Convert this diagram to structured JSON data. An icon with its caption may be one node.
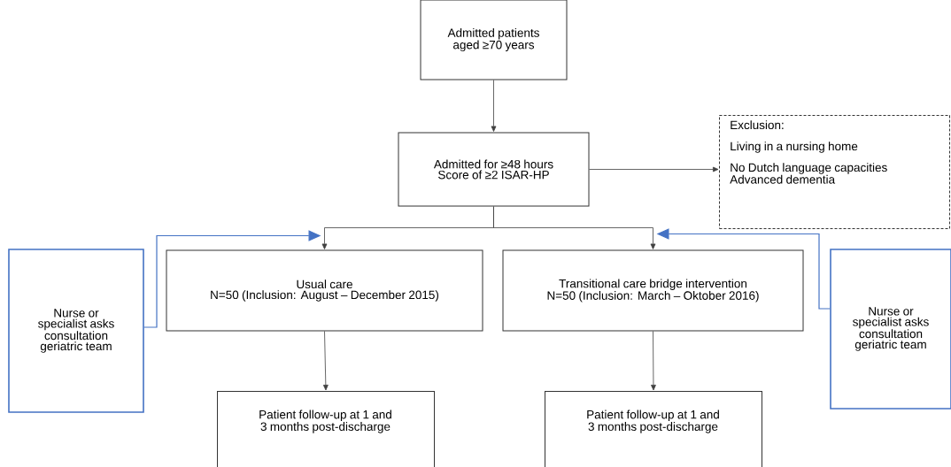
{
  "diagram": {
    "nodes": [
      {
        "text": [
          "Admitted patients aged ≥70 years"
        ]
      },
      {
        "text": [
          "Admitted for ≥48 hours",
          "Score of ≥2 ISAR-HP"
        ]
      },
      {
        "text": [
          "Exclusion:",
          "Living in a nursing home",
          "No Dutch language  capacities",
          "Advanced dementia"
        ]
      },
      {
        "text": [
          "Usual care",
          "N=50 (Inclusion: August – December 2015)"
        ]
      },
      {
        "text": [
          "Transitional care bridge intervention",
          "N=50 (Inclusion: March – Oktober 2016)"
        ]
      },
      {
        "text": [
          "Patient follow-up at 1 and 3 months post-discharge"
        ]
      },
      {
        "text": [
          "Patient follow-up at 1 and 3 months post-discharge"
        ]
      },
      {
        "text": [
          "Nurse or specialist asks consultation geriatric team"
        ]
      },
      {
        "text": [
          "Nurse or specialist asks consultation geriatric team"
        ]
      }
    ],
    "edges": [
      {
        "from": 0,
        "to": 1,
        "arrow": "to"
      },
      {
        "from": 1,
        "to": 2,
        "arrow": "to"
      },
      {
        "from": 1,
        "to": 3,
        "arrow": "to"
      },
      {
        "from": 1,
        "to": 4,
        "arrow": "to"
      },
      {
        "from": 3,
        "to": 5,
        "arrow": "to"
      },
      {
        "from": 4,
        "to": 6,
        "arrow": "to"
      },
      {
        "from": 7,
        "to": 3,
        "arrow": "to",
        "color": "#4472c4"
      },
      {
        "from": 8,
        "to": 4,
        "arrow": "to",
        "color": "#4472c4"
      }
    ]
  }
}
